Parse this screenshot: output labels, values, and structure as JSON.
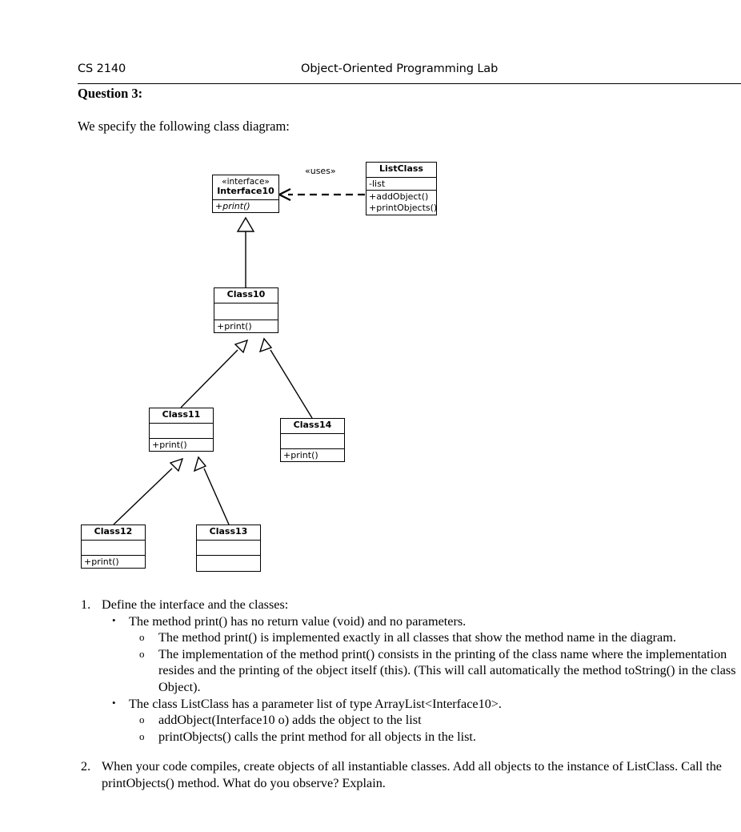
{
  "header": {
    "course": "CS 2140",
    "title": "Object-Oriented Programming Lab"
  },
  "question": {
    "heading": "Question 3:",
    "intro": "We specify the following class diagram:"
  },
  "diagram": {
    "uses_label": "«uses»",
    "classes": {
      "interface10": {
        "stereotype": "«interface»",
        "name": "Interface10",
        "attributes": [],
        "operations": [
          "+print()"
        ]
      },
      "listclass": {
        "name": "ListClass",
        "attributes": [
          "-list"
        ],
        "operations": [
          "+addObject()",
          "+printObjects()"
        ]
      },
      "class10": {
        "name": "Class10",
        "attributes": [],
        "operations": [
          "+print()"
        ]
      },
      "class11": {
        "name": "Class11",
        "attributes": [],
        "operations": [
          "+print()"
        ]
      },
      "class14": {
        "name": "Class14",
        "attributes": [],
        "operations": [
          "+print()"
        ]
      },
      "class12": {
        "name": "Class12",
        "attributes": [],
        "operations": [
          "+print()"
        ]
      },
      "class13": {
        "name": "Class13",
        "attributes": [],
        "operations": [
          ""
        ]
      }
    }
  },
  "tasks": {
    "item1": {
      "marker": "1.",
      "text": "Define the interface and the classes:",
      "bullets": [
        {
          "marker": "•",
          "text": "The method print() has no return value (void) and no parameters.",
          "subs": [
            {
              "marker": "o",
              "text": "The method print() is implemented exactly in all classes that show the method name in the diagram."
            },
            {
              "marker": "o",
              "text": "The implementation of the method print() consists in the printing of the class name where the implementation resides and the printing of the object itself (this). (This will call automatically the method toString() in the class Object)."
            }
          ]
        },
        {
          "marker": "•",
          "text": "The class ListClass has a parameter list of type ArrayList<Interface10>.",
          "subs": [
            {
              "marker": "o",
              "text": "addObject(Interface10 o) adds the object to the list"
            },
            {
              "marker": "o",
              "text": "printObjects() calls the print method for all objects in the list."
            }
          ]
        }
      ]
    },
    "item2": {
      "marker": "2.",
      "text": "When your code compiles, create objects of all instantiable classes. Add all objects to the instance of ListClass. Call the printObjects() method. What do you observe? Explain."
    }
  }
}
